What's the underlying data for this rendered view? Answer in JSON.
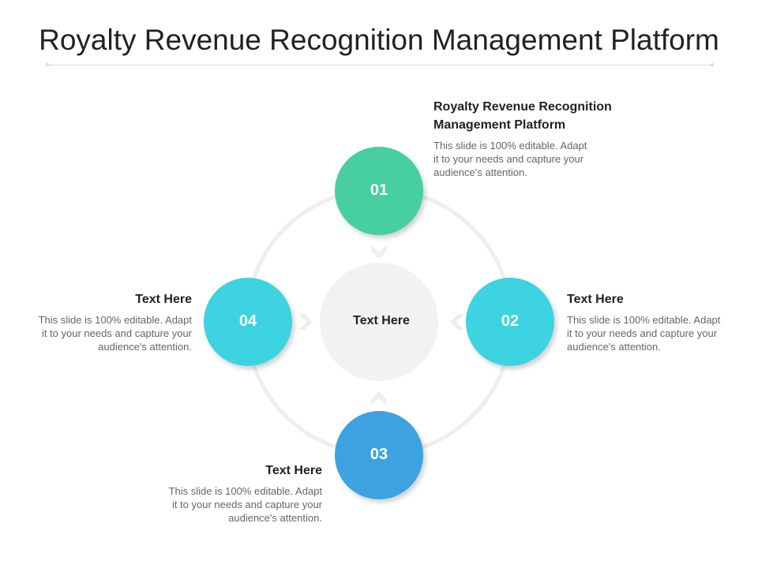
{
  "title": "Royalty Revenue Recognition Management Platform",
  "center": {
    "label": "Text Here"
  },
  "nodes": [
    {
      "id": "01",
      "color": "#47cf9f"
    },
    {
      "id": "02",
      "color": "#3ed3e0"
    },
    {
      "id": "03",
      "color": "#3ea3e0"
    },
    {
      "id": "04",
      "color": "#3ed3e0"
    }
  ],
  "callouts": {
    "c01": {
      "heading_line1": "Royalty Revenue Recognition",
      "heading_line2": "Management Platform",
      "body_line1": "This slide is 100% editable. Adapt",
      "body_line2": "it to your needs and capture your",
      "body_line3": "audience's attention."
    },
    "c02": {
      "heading": "Text Here",
      "body_line1": "This slide is 100% editable. Adapt",
      "body_line2": "it to your needs and capture your",
      "body_line3": "audience's attention."
    },
    "c03": {
      "heading": "Text Here",
      "body_line1": "This slide is 100% editable. Adapt",
      "body_line2": "it to your needs and capture your",
      "body_line3": "audience's attention."
    },
    "c04": {
      "heading": "Text Here",
      "body_line1": "This slide is 100% editable. Adapt",
      "body_line2": "it to your needs and capture your",
      "body_line3": "audience's attention."
    }
  },
  "colors": {
    "ring": "#eeeeee",
    "center_fill": "#f2f2f2",
    "title": "#222222",
    "body_text": "#666666"
  }
}
